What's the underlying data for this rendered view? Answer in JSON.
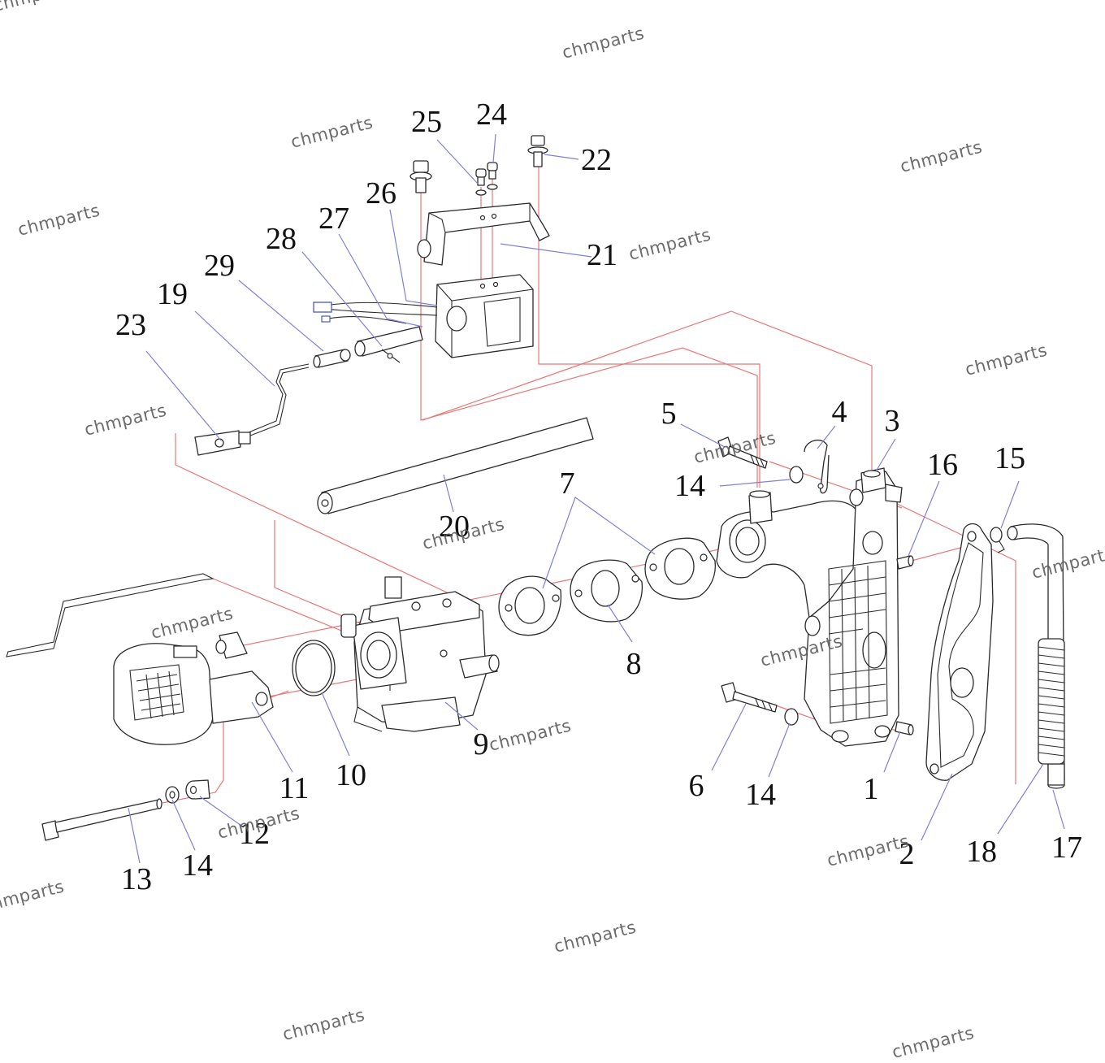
{
  "colors": {
    "assembly_line": "#e87878",
    "leader_line": "#8080d8",
    "part_stroke": "#2a2a2a",
    "callout_text": "#111111",
    "watermark_text": "#5d5d5d"
  },
  "watermark": {
    "text": "chmparts",
    "count": 17
  },
  "callouts": [
    {
      "id": "1",
      "label": "1"
    },
    {
      "id": "2",
      "label": "2"
    },
    {
      "id": "3",
      "label": "3"
    },
    {
      "id": "4",
      "label": "4"
    },
    {
      "id": "5",
      "label": "5"
    },
    {
      "id": "6",
      "label": "6"
    },
    {
      "id": "7",
      "label": "7"
    },
    {
      "id": "8",
      "label": "8"
    },
    {
      "id": "9",
      "label": "9"
    },
    {
      "id": "10",
      "label": "10"
    },
    {
      "id": "11",
      "label": "11"
    },
    {
      "id": "12",
      "label": "12"
    },
    {
      "id": "13",
      "label": "13"
    },
    {
      "id": "14a",
      "label": "14"
    },
    {
      "id": "14b",
      "label": "14"
    },
    {
      "id": "14c",
      "label": "14"
    },
    {
      "id": "15",
      "label": "15"
    },
    {
      "id": "16",
      "label": "16"
    },
    {
      "id": "17",
      "label": "17"
    },
    {
      "id": "18",
      "label": "18"
    },
    {
      "id": "19",
      "label": "19"
    },
    {
      "id": "20",
      "label": "20"
    },
    {
      "id": "21",
      "label": "21"
    },
    {
      "id": "22",
      "label": "22"
    },
    {
      "id": "23",
      "label": "23"
    },
    {
      "id": "24",
      "label": "24"
    },
    {
      "id": "25",
      "label": "25"
    },
    {
      "id": "26",
      "label": "26"
    },
    {
      "id": "27",
      "label": "27"
    },
    {
      "id": "28",
      "label": "28"
    },
    {
      "id": "29",
      "label": "29"
    }
  ]
}
